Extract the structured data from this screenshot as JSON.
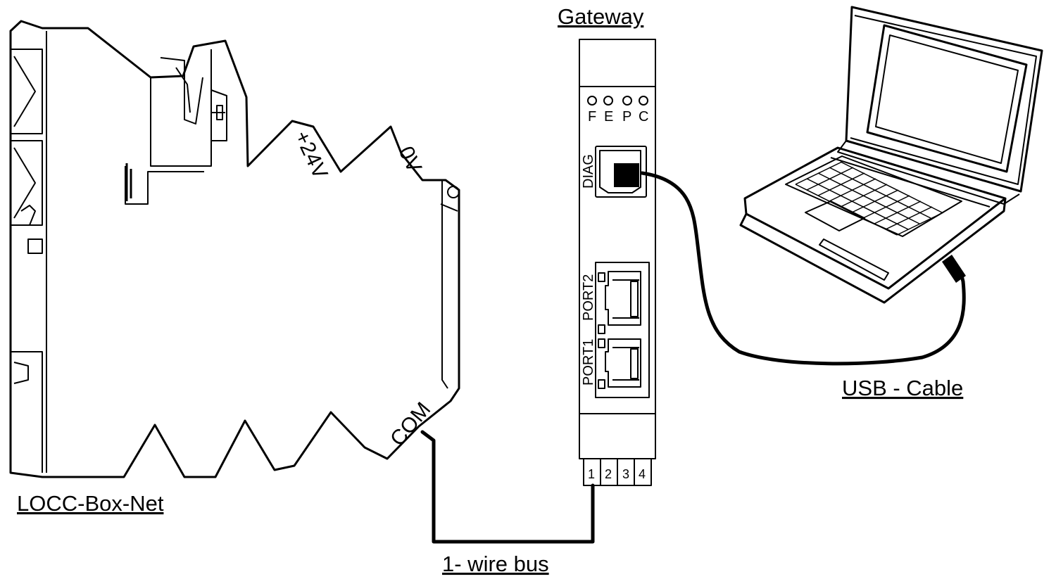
{
  "labels": {
    "gateway": "Gateway",
    "locc_box": "LOCC-Box-Net",
    "bus": "1- wire bus",
    "usb": "USB - Cable"
  },
  "terminals": {
    "plus24": "+24V",
    "zero": "0V",
    "com": "COM"
  },
  "gateway": {
    "leds": [
      "F",
      "E",
      "P",
      "C"
    ],
    "diag": "DIAG",
    "port2": "PORT2",
    "port1": "PORT1",
    "terminal_numbers": [
      "1",
      "2",
      "3",
      "4"
    ]
  }
}
